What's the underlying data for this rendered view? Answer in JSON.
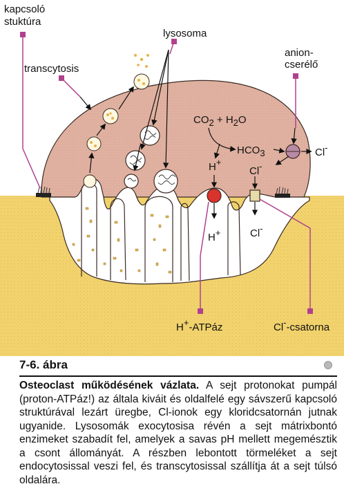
{
  "labels": {
    "kapcsolo_1": "kapcsoló",
    "kapcsolo_2": "stuktúra",
    "transcytosis": "transcytosis",
    "lysosoma": "lysosoma",
    "anion_1": "anion-",
    "anion_2": "cserélő",
    "co2": "CO",
    "co2_sub": "2",
    "h2o_plus": " + H",
    "h2o_sub": "2",
    "h2o_o": "O",
    "hco3": "HCO",
    "hco3_sub": "3",
    "cl_minus": "Cl",
    "minus": "-",
    "h_plus": "H",
    "plus": "+",
    "h_atpase_h": "H",
    "h_atpase_plus": "+",
    "h_atpase_rest": "-ATPáz",
    "cl_channel_cl": "Cl",
    "cl_channel_minus": "-",
    "cl_channel_rest": "-csatorna"
  },
  "figure_number": "7-6. ábra",
  "caption": {
    "bold": "Osteoclast működésének vázlata.",
    "body": " A sejt protonokat pumpál (proton-ATPáz!) az általa kiváit és oldalfelé egy sávszerű kapcsoló struktúrával lezárt üregbe, Cl-ionok egy kloridcsatornán jutnak ugyanide. Lysosomák exocytosisa révén a sejt mátrixbontó enzimeket szabadít fel, amelyek a savas pH mellett megemésztik a csont állományát. A részben lebontott törmeléket a sejt endocytosissal veszi fel, és transcytosissal szállítja át a sejt túlsó oldalára."
  },
  "colors": {
    "cell": "#e2b3a3",
    "bone": "#f2d36e",
    "marker": "#b0418f",
    "pump": "#d8332c",
    "exchanger": "#b98aa6",
    "channel": "#e6dca8"
  }
}
